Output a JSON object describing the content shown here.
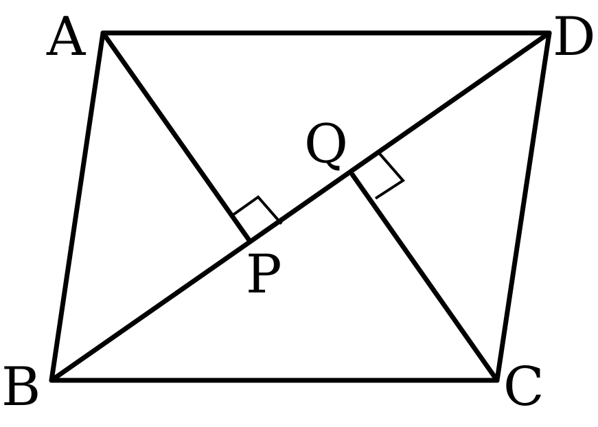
{
  "diagram": {
    "labels": {
      "A": "A",
      "B": "B",
      "C": "C",
      "D": "D",
      "P": "P",
      "Q": "Q"
    },
    "segments": [
      "AB",
      "BC",
      "CD",
      "DA",
      "BD",
      "AP",
      "CQ"
    ],
    "right_angles": [
      "AP ⊥ BD",
      "CQ ⊥ BD"
    ],
    "colors": {
      "stroke": "#000000",
      "background": "#ffffff"
    }
  }
}
